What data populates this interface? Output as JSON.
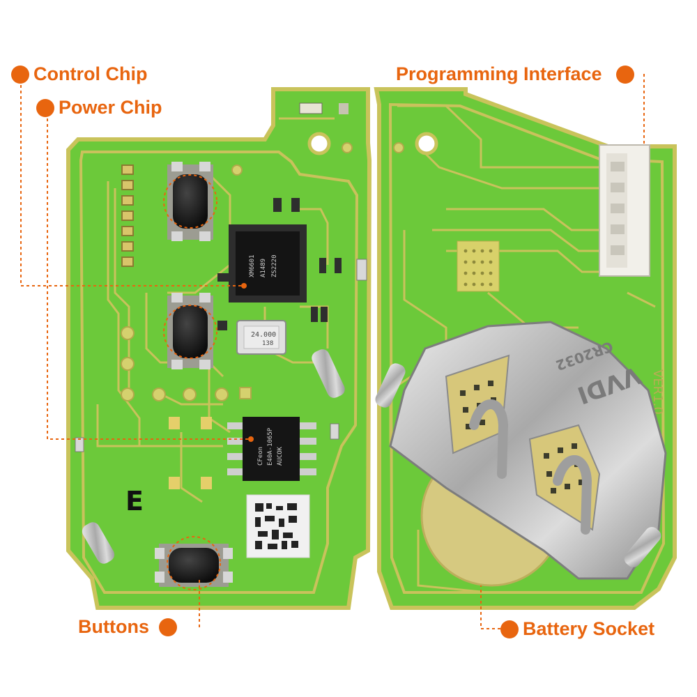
{
  "callouts": {
    "control_chip": "Control Chip",
    "power_chip": "Power Chip",
    "programming_interface": "Programming Interface",
    "buttons": "Buttons",
    "battery_socket": "Battery Socket"
  },
  "chips": {
    "control_chip_line1": "XM6601",
    "control_chip_line2": "A1489",
    "control_chip_line3": "ZS2220",
    "crystal_line1": "24.000",
    "crystal_line2": "138",
    "power_chip_line1": "CFeon",
    "power_chip_line2": "E40A-1065P",
    "power_chip_line3": "AUCOK"
  },
  "board_marks": {
    "silk_letter": "E",
    "battery_clip_line1": "VVDI",
    "battery_clip_line2": "CR2032",
    "edge_code": "VER1.0"
  },
  "colors": {
    "accent": "#e8650f",
    "pcb_green": "#6fcb3a",
    "pcb_edge": "#c7c55a",
    "trace": "#c9c25c",
    "chip": "#1a1a1a",
    "metal": "#b9b9b9"
  }
}
